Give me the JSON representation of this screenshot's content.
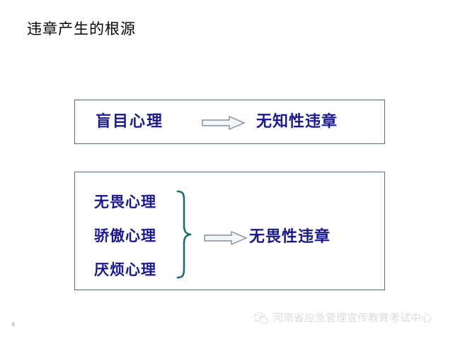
{
  "slide": {
    "title": "违章产生的根源",
    "page_number": "4",
    "background_color": "#ffffff",
    "title_color": "#000000",
    "text_color": "#1a1a8e",
    "box_border_color": "#4d7380",
    "brace_color": "#1d6a7a",
    "arrow_outline_color": "#7e8fa0",
    "arrow_fill_color": "#f2f5f7"
  },
  "group_one": {
    "cause": "盲目心理",
    "arrow": "right-block-arrow-icon",
    "result": "无知性违章"
  },
  "group_two": {
    "causes": [
      "无畏心理",
      "骄傲心理",
      "厌烦心理"
    ],
    "brace": "right-curly-brace-icon",
    "arrow": "right-block-arrow-icon",
    "result": "无畏性违章"
  },
  "watermark": {
    "icon": "wechat-icon",
    "text": "河南省应急管理宣传教育考试中心",
    "color": "#dcdcdc"
  }
}
